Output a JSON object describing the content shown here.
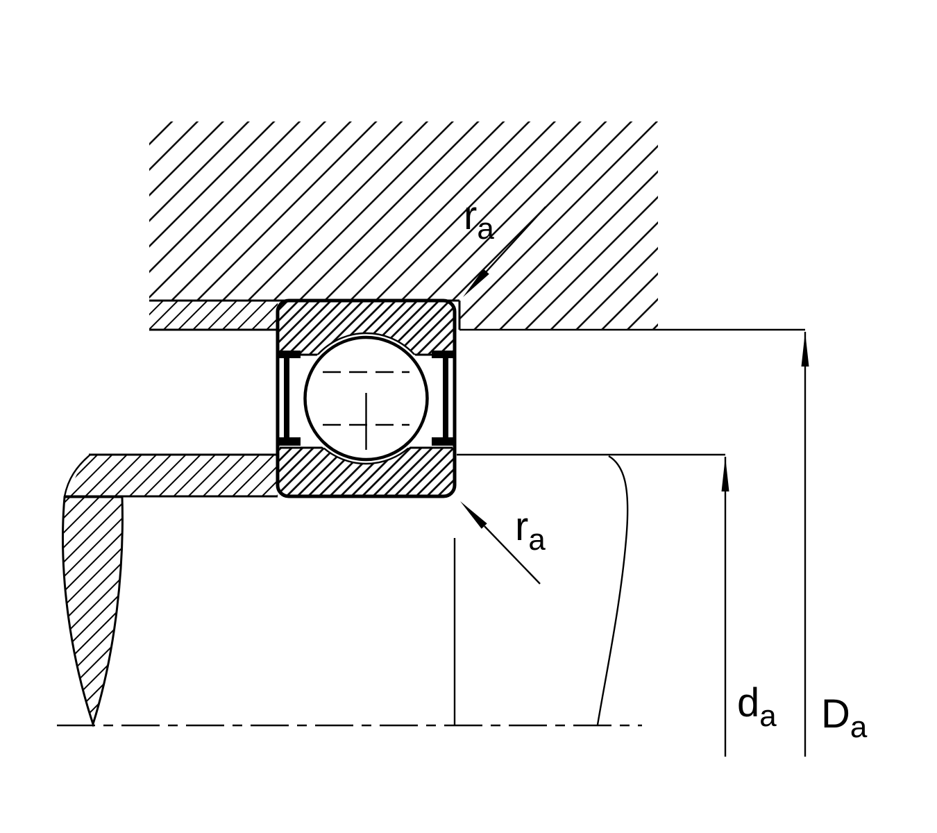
{
  "diagram": {
    "labels": {
      "ra_top": {
        "base": "r",
        "sub": "a"
      },
      "ra_bottom": {
        "base": "r",
        "sub": "a"
      },
      "da": {
        "base": "d",
        "sub": "a"
      },
      "Da": {
        "base": "D",
        "sub": "a"
      }
    },
    "colors": {
      "line": "#000000",
      "background": "#ffffff"
    }
  }
}
